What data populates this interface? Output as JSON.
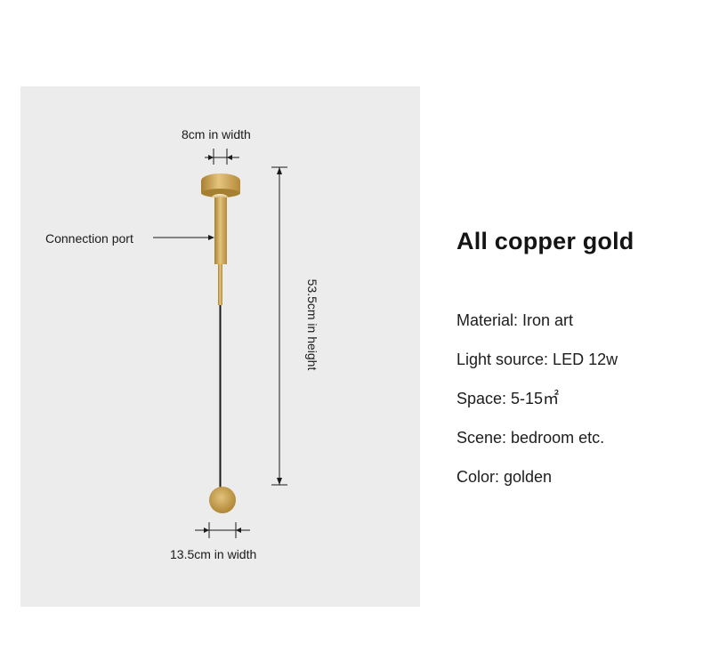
{
  "dimensions": {
    "top_width_label": "8cm in width",
    "bottom_width_label": "13.5cm in width",
    "height_label": "53.5cm in height",
    "port_label": "Connection port"
  },
  "info": {
    "title": "All copper gold",
    "specs": [
      "Material: Iron art",
      "Light source: LED 12w",
      "Space: 5-15㎡",
      "Scene: bedroom etc.",
      "Color: golden"
    ]
  },
  "colors": {
    "panel_background": "#ececec",
    "gold": "#c9a24f",
    "cord": "#1a1a1a"
  }
}
